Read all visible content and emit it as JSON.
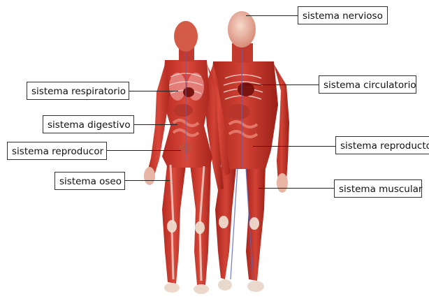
{
  "labels": {
    "nervioso": "sistema nervioso",
    "respiratorio": "sistema respiratorio",
    "circulatorio": "sistema circulatorio",
    "digestivo": "sistema digestivo",
    "reproductor_female": "sistema reproducor",
    "reproductor_male": "sistema reproductor",
    "oseo": "sistema oseo",
    "muscular": "sistema muscular"
  },
  "colors": {
    "muscle": "#c8352a",
    "muscle_dark": "#8e1f18",
    "skin_light": "#f0c8b8",
    "bone": "#f3eee6",
    "vessel": "#5a63b8",
    "lung": "#e88a86"
  }
}
